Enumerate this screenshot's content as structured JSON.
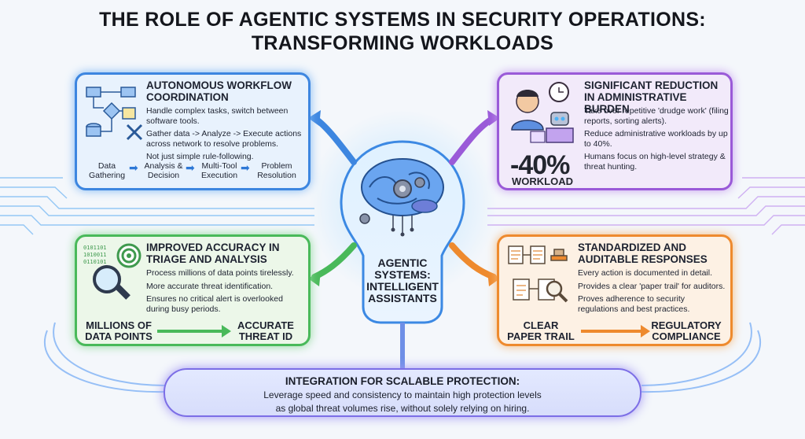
{
  "title": {
    "line1": "THE ROLE OF AGENTIC SYSTEMS IN SECURITY OPERATIONS:",
    "line2": "TRANSFORMING WORKLOADS"
  },
  "center": {
    "label": "AGENTIC SYSTEMS: INTELLIGENT ASSISTANTS"
  },
  "panel_workflow": {
    "heading": "AUTONOMOUS WORKFLOW COORDINATION",
    "bullets": [
      "Handle complex tasks, switch between software tools.",
      "Gather data -> Analyze -> Execute actions across network to resolve problems.",
      "Not just simple rule-following."
    ],
    "flow": [
      "Data Gathering",
      "Analysis & Decision",
      "Multi-Tool Execution",
      "Problem Resolution"
    ]
  },
  "panel_admin": {
    "heading": "SIGNIFICANT REDUCTION IN ADMINISTRATIVE BURDEN",
    "bullets": [
      "Take over repetitive 'drudge work' (filing reports, sorting alerts).",
      "Reduce administrative workloads by up to 40%.",
      "Humans focus on high-level strategy & threat hunting."
    ],
    "stat": "-40%",
    "stat_label": "WORKLOAD"
  },
  "panel_accuracy": {
    "heading": "IMPROVED ACCURACY IN TRIAGE AND ANALYSIS",
    "bullets": [
      "Process millions of data points tirelessly.",
      "More accurate threat identification.",
      "Ensures no critical alert is overlooked during busy periods."
    ],
    "from": "MILLIONS OF DATA POINTS",
    "to": "ACCURATE THREAT ID"
  },
  "panel_audit": {
    "heading": "STANDARDIZED AND AUDITABLE RESPONSES",
    "bullets": [
      "Every action is documented in detail.",
      "Provides a clear 'paper trail' for auditors.",
      "Proves adherence to security regulations and best practices."
    ],
    "from": "CLEAR PAPER TRAIL",
    "to": "REGULATORY COMPLIANCE"
  },
  "banner": {
    "heading": "INTEGRATION FOR SCALABLE PROTECTION:",
    "line1": "Leverage speed and consistency to maintain high protection levels",
    "line2": "as global threat volumes rise, without solely relying on hiring."
  },
  "colors": {
    "blue": "#3d86e0",
    "purple": "#9a5ad8",
    "green": "#49b95a",
    "orange": "#ee8a2e",
    "circuit": "#6fb3f5"
  }
}
